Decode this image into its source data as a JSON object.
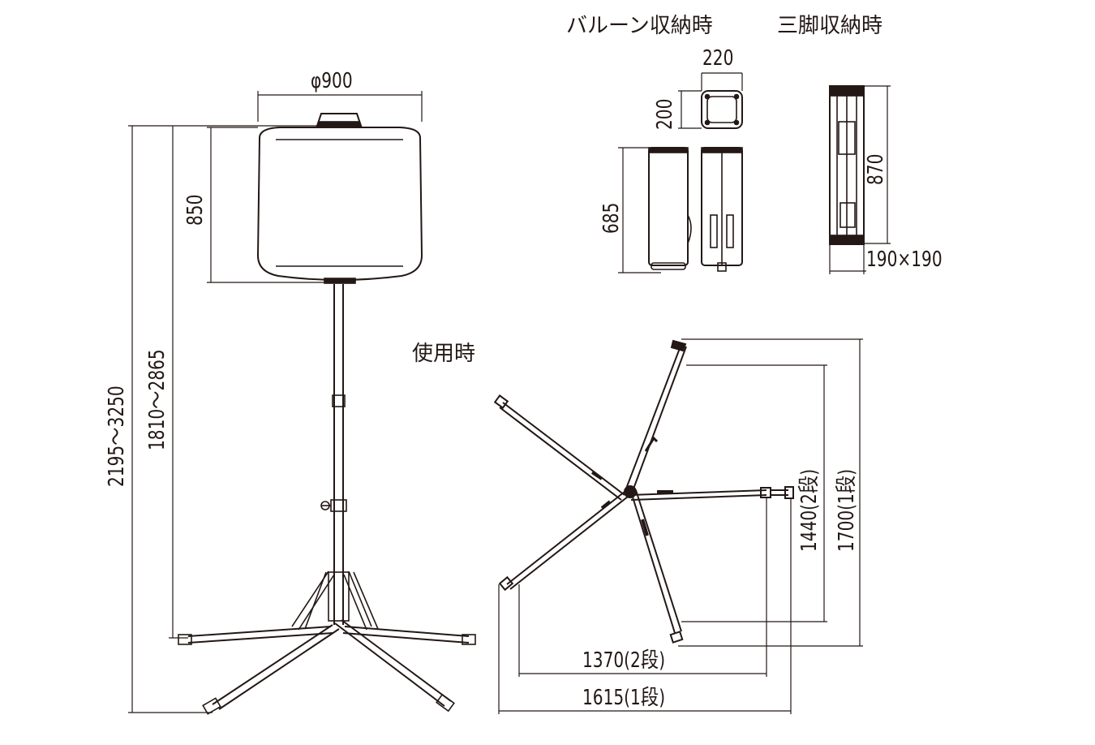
{
  "headings": {
    "balloon_stored": "バルーン収納時",
    "tripod_stored": "三脚収納時",
    "in_use": "使用時"
  },
  "dimensions": {
    "balloon_diameter": "φ900",
    "balloon_height": "850",
    "height_1": "1810～2865",
    "height_2": "2195～3250",
    "case_width": "220",
    "case_depth": "200",
    "case_height": "685",
    "tripod_height": "870",
    "tripod_footprint": "190×190",
    "span_2_stage": "1370(2段)",
    "span_1_stage": "1615(1段)",
    "depth_2_stage": "1440(2段)",
    "depth_1_stage": "1700(1段)"
  },
  "colors": {
    "line": "#231815",
    "fill_dark": "#231815"
  }
}
